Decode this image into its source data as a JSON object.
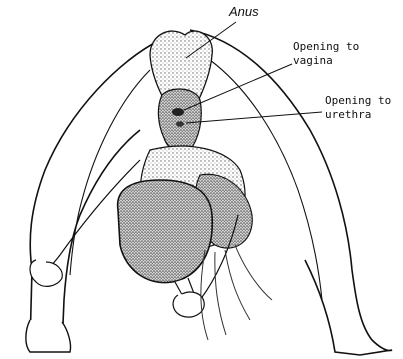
{
  "labels": {
    "anus": "Anus",
    "vagina": [
      "Opening to",
      "vagina"
    ],
    "urethra": [
      "Opening to",
      "urethra"
    ]
  },
  "colors": {
    "ink": "#111111",
    "shade": "#9a9a9a",
    "paper": "#ffffff"
  }
}
